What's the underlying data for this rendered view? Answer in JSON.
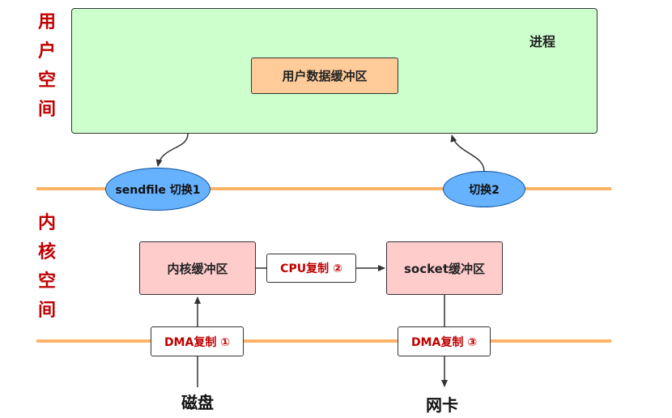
{
  "labels": {
    "user_space": [
      "用",
      "户",
      "空",
      "间"
    ],
    "kernel_space": [
      "内",
      "核",
      "空",
      "间"
    ]
  },
  "process": {
    "title": "进程",
    "user_buffer": "用户数据缓冲区"
  },
  "switches": {
    "switch1": "sendfile 切换1",
    "switch2": "切换2"
  },
  "kernel": {
    "kernel_buffer": "内核缓冲区",
    "socket_buffer": "socket缓冲区"
  },
  "copies": {
    "dma1": "DMA复制 ①",
    "cpu2": "CPU复制 ②",
    "dma3": "DMA复制 ③"
  },
  "devices": {
    "disk": "磁盘",
    "nic": "网卡"
  },
  "colors": {
    "process_bg": "#ccffcc",
    "user_buffer_bg": "#ffcc99",
    "kernel_box_bg": "#ffcccc",
    "ellipse_bg": "#66b2ff",
    "boundary_line": "#ffb366",
    "label_red": "#c00000"
  }
}
